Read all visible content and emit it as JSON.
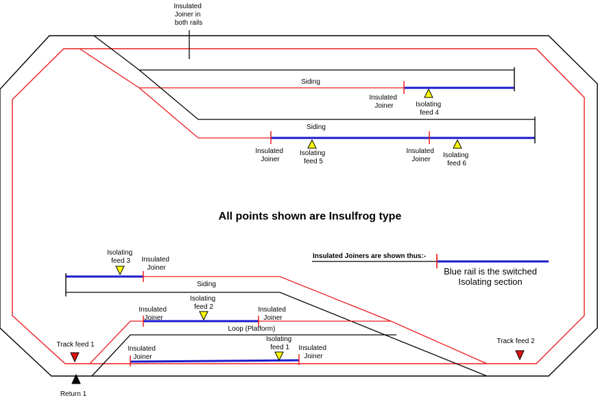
{
  "title": "All points shown are Insulfrog type",
  "legend": {
    "joiner_text": "Insulated Joiners are shown thus:-",
    "blue_line1": "Blue rail is the switched",
    "blue_line2": "Isolating section"
  },
  "labels": {
    "top_joiner": [
      "Insulated",
      "Joiner in",
      "both rails"
    ],
    "siding_upper": "Siding",
    "siding_middle": "Siding",
    "siding_lower": "Siding",
    "loop": "Loop (Platform)",
    "ij1": [
      "Insulated",
      "Joiner"
    ],
    "ij2": [
      "Insulated",
      "Joiner"
    ],
    "ij3": [
      "Insulated",
      "Joiner"
    ],
    "ij4": [
      "Insulated",
      "Joiner"
    ],
    "ij5": [
      "Insulated",
      "Joiner"
    ],
    "ij6": [
      "Insulated",
      "Joiner"
    ],
    "ij7": [
      "Insulated",
      "Joiner"
    ],
    "ij8": [
      "Insulated",
      "Joiner"
    ],
    "feed4": [
      "Isolating",
      "feed 4"
    ],
    "feed5": [
      "Isolating",
      "feed 5"
    ],
    "feed6": [
      "Isolating",
      "feed 6"
    ],
    "feed3": [
      "Isolating",
      "feed 3"
    ],
    "feed2": [
      "Isolating",
      "feed 2"
    ],
    "feed1": [
      "Isolating",
      "feed 1"
    ],
    "track_feed1": "Track feed 1",
    "track_feed2": "Track feed 2",
    "return1": "Return 1"
  },
  "colors": {
    "rail_black": "#000000",
    "rail_red": "#ee1c1c",
    "rail_blue": "#1a1acc",
    "feed_yellow": "#ffff00",
    "feed_red": "#dd1111"
  }
}
